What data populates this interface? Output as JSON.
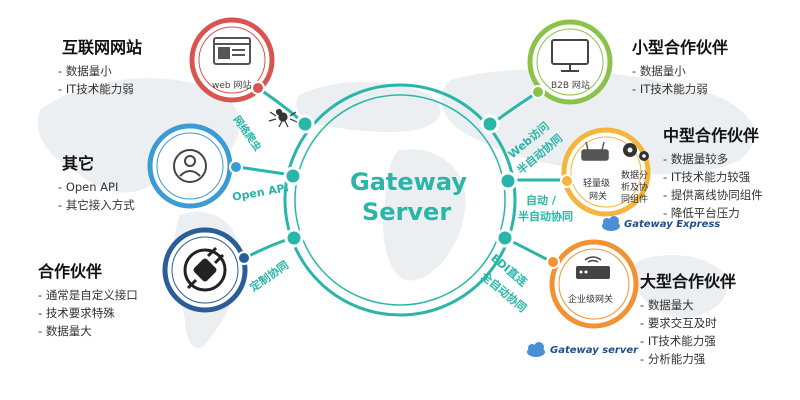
{
  "center": {
    "line1": "Gateway",
    "line2": "Server"
  },
  "nodes": {
    "web": {
      "label": "web 网站"
    },
    "b2b": {
      "label": "B2B 网站"
    },
    "light": {
      "line1": "轻量级",
      "line2": "网关",
      "tools1": "数据分",
      "tools2": "析及协",
      "tools3": "同组件"
    },
    "enterprise": {
      "label": "企业级网关"
    }
  },
  "connectors": {
    "crawler": "网络爬虫",
    "openapi": "Open API",
    "custom": "定制协同",
    "web_semi1": "Web访问",
    "web_semi2": "半自动协同",
    "auto1": "自动 /",
    "auto2": "半自动协同",
    "edi1": "EDI直连",
    "edi2": "全自动协同"
  },
  "groups": {
    "internet": {
      "title": "互联网网站",
      "items": [
        "数据量小",
        "IT技术能力弱"
      ]
    },
    "other": {
      "title": "其它",
      "items": [
        "Open API",
        "其它接入方式"
      ]
    },
    "partner": {
      "title": "合作伙伴",
      "items": [
        "通常是自定义接口",
        "技术要求特殊",
        "数据量大"
      ]
    },
    "small": {
      "title": "小型合作伙伴",
      "items": [
        "数据量小",
        "IT技术能力弱"
      ]
    },
    "medium": {
      "title": "中型合作伙伴",
      "items": [
        "数据量较多",
        "IT技术能力较强",
        "提供离线协同组件",
        "降低平台压力"
      ]
    },
    "large": {
      "title": "大型合作伙伴",
      "items": [
        "数据量大",
        "要求交互及时",
        "IT技术能力强",
        "分析能力强"
      ]
    }
  },
  "logos": {
    "express": "Gateway Express",
    "server": "Gateway server"
  },
  "colors": {
    "teal": "#29b6a8",
    "red": "#d9534f",
    "blue": "#3a9bd5",
    "navy": "#2a5d9a",
    "green": "#8bc34a",
    "yellow": "#f5b53b",
    "orange": "#f39233"
  }
}
